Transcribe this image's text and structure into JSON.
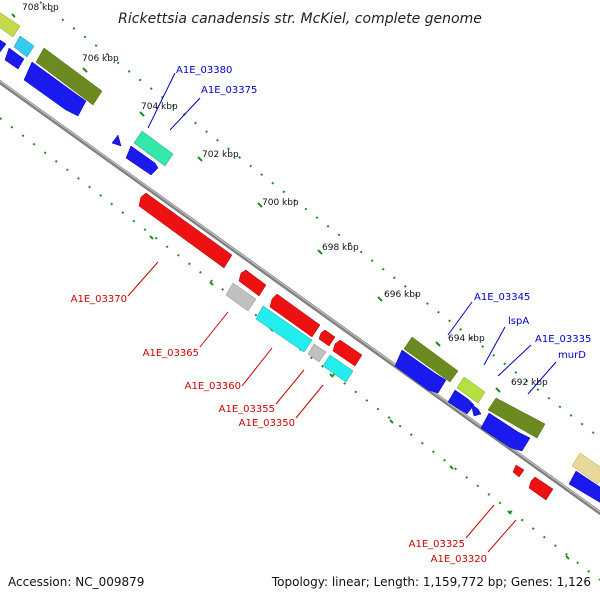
{
  "title": "Rickettsia canadensis str. McKiel, complete genome",
  "footer": {
    "accession": "Accession: NC_009879",
    "summary": "Topology: linear; Length: 1,159,772 bp; Genes: 1,126"
  },
  "colors": {
    "backbone": "#808080",
    "tick": "#228b22",
    "label_plus": "#0000cc",
    "label_minus": "#cc0000"
  },
  "scale_labels": [
    "708 kbp",
    "706 kbp",
    "704 kbp",
    "702 kbp",
    "700 kbp",
    "698 kbp",
    "696 kbp",
    "694 kbp",
    "692 kbp"
  ],
  "gene_labels_plus": [
    "A1E_03380",
    "A1E_03375",
    "A1E_03345",
    "lspA",
    "A1E_03335",
    "murD"
  ],
  "gene_labels_minus": [
    "A1E_03370",
    "A1E_03365",
    "A1E_03360",
    "A1E_03355",
    "A1E_03350",
    "A1E_03325",
    "A1E_03320"
  ]
}
